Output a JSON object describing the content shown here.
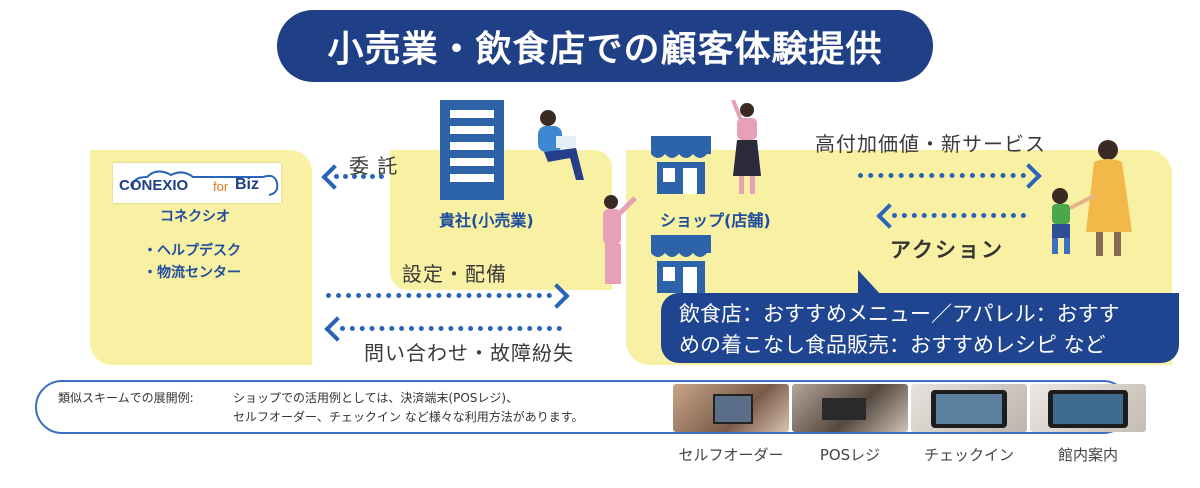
{
  "title": "小売業・飲食店での顧客体験提供",
  "conexio": {
    "logo_main": "CONEXIO",
    "logo_for": "for",
    "logo_biz": "Biz",
    "name": "コネクシオ",
    "services": [
      "・ヘルプデスク",
      "・物流センター"
    ]
  },
  "labels": {
    "itaku": "委 託",
    "kisha": "貴社(小売業)",
    "shop": "ショップ(店舗)",
    "settei": "設定・配備",
    "toiawase": "問い合わせ・故障紛失",
    "koufuka": "高付加価値・新サービス",
    "action": "アクション"
  },
  "callout": {
    "line1": "飲食店：おすすめメニュー／アパレル：おすす",
    "line2": "めの着こなし食品販売：おすすめレシピ など"
  },
  "bottom": {
    "label": "類似スキームでの展開例:",
    "line1": "ショップでの活用例としては、決済端末(POSレジ)、",
    "line2": "セルフオーダー、チェックイン など様々な利用方法があります。"
  },
  "photos": [
    "セルフオーダー",
    "POSレジ",
    "チェックイン",
    "館内案内"
  ],
  "colors": {
    "navy": "#1f3f86",
    "accent_blue": "#2a64b8",
    "panel_yellow": "#f8f0a3"
  }
}
